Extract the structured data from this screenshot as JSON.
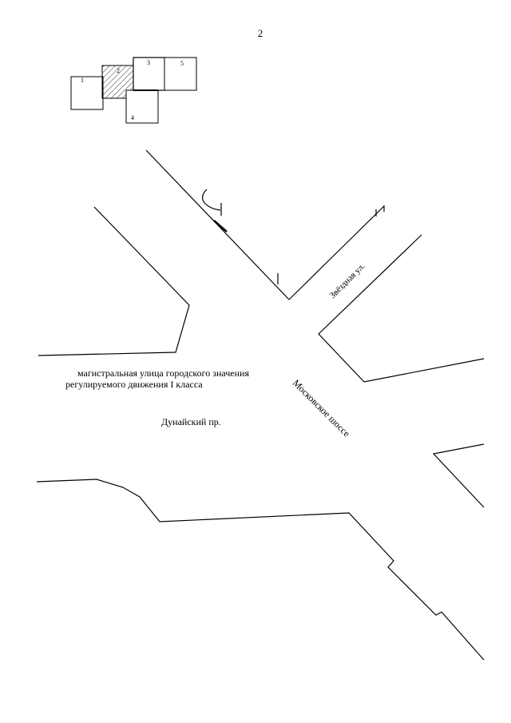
{
  "page": {
    "number": "2"
  },
  "index_map": {
    "sheets": [
      "1",
      "2",
      "3",
      "4",
      "5"
    ],
    "current_sheet": "2"
  },
  "labels": {
    "zvezdnaya": "Звёздная ул.",
    "street_class_line1": "магистральная улица городского значения",
    "street_class_line2": "регулируемого движения I класса",
    "dunaysky": "Дунайский пр.",
    "moskovskoe": "Московское шоссе"
  }
}
